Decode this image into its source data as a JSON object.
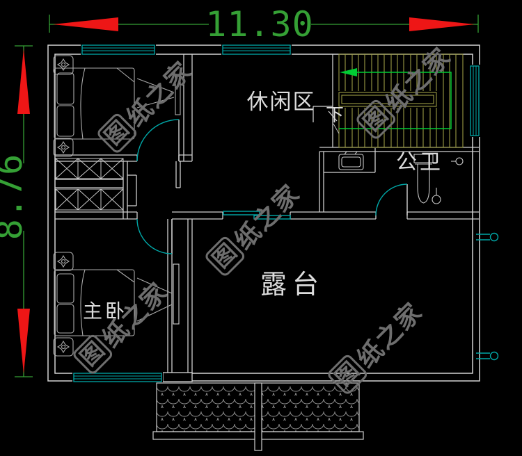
{
  "dimensions": {
    "width": "11.30",
    "height": "8.76"
  },
  "rooms": {
    "leisure": "休闲区",
    "bathroom": "公卫",
    "master_bedroom": "主卧",
    "terrace": "露台"
  },
  "stairs": {
    "direction_label": "下"
  },
  "watermark": {
    "full_text": "图纸之家",
    "logo_char": "图",
    "text_rest": "纸之家"
  },
  "colors": {
    "background": "#000000",
    "wall": "#d4d4d4",
    "window_door": "#00a8a8",
    "dimension_green": "#35a035",
    "arrow_red": "#ee1616",
    "stair_olive": "#9b9b44",
    "stair_guide_green": "#00cc33",
    "furniture": "#ababab",
    "label_text": "#dcdcdc",
    "watermark": "#6e6e6e"
  }
}
